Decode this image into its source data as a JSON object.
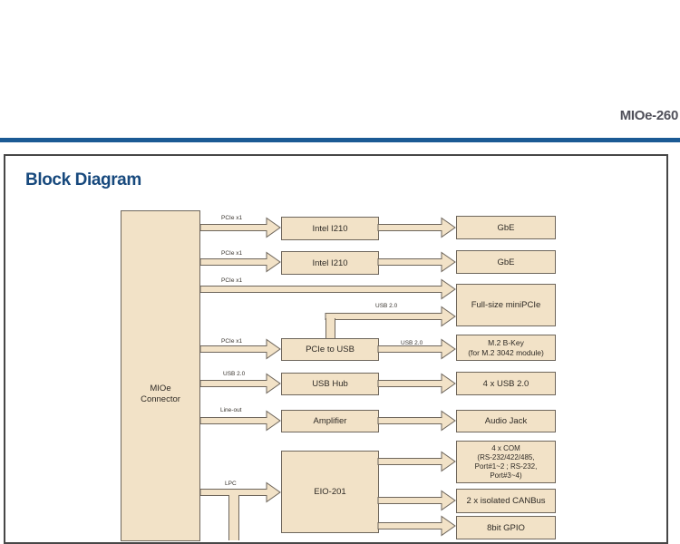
{
  "header": {
    "product": "MIOe-260"
  },
  "section": {
    "title": "Block Diagram"
  },
  "colors": {
    "accent_blue": "#1b5a94",
    "title_blue": "#17497d",
    "header_gray": "#50505a",
    "box_fill": "#f2e2c7",
    "box_border": "#6e665c"
  },
  "diagram": {
    "connector": {
      "label": "MIOe\nConnector"
    },
    "chips": [
      {
        "label": "Intel I210"
      },
      {
        "label": "Intel I210"
      },
      {
        "label": "PCIe to USB"
      },
      {
        "label": "USB Hub"
      },
      {
        "label": "Amplifier"
      },
      {
        "label": "EIO-201"
      }
    ],
    "outputs": [
      {
        "label": "GbE"
      },
      {
        "label": "GbE"
      },
      {
        "label": "Full-size miniPCIe"
      },
      {
        "label": "M.2 B-Key\n(for M.2 3042 module)"
      },
      {
        "label": "4 x USB 2.0"
      },
      {
        "label": "Audio Jack"
      },
      {
        "label": "4 x COM\n(RS-232/422/485,\nPort#1~2 ; RS-232,\nPort#3~4)"
      },
      {
        "label": "2 x isolated CANBus"
      },
      {
        "label": "8bit GPIO"
      }
    ],
    "bus_labels": [
      {
        "label": "PCIe x1"
      },
      {
        "label": "PCIe x1"
      },
      {
        "label": "PCIe x1"
      },
      {
        "label": "USB 2.0"
      },
      {
        "label": "PCIe x1"
      },
      {
        "label": "USB 2.0"
      },
      {
        "label": "USB 2.0"
      },
      {
        "label": "Line-out"
      },
      {
        "label": "LPC"
      }
    ]
  }
}
